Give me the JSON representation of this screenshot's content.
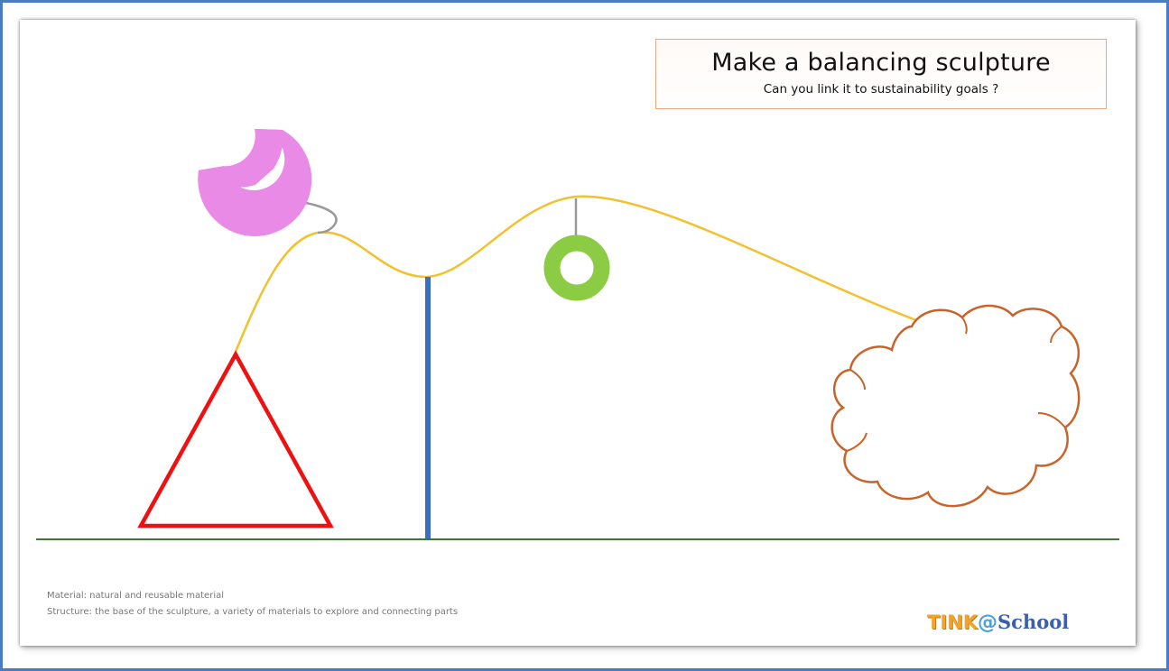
{
  "title": "Make a balancing sculpture",
  "subtitle": "Can you link it to sustainability goals ?",
  "footer": {
    "material": "Material: natural and reusable material",
    "structure": "Structure: the base of the sculpture, a variety of materials to explore and connecting parts"
  },
  "logo": {
    "part1": "TINK",
    "part2": "@",
    "part3": "School"
  },
  "colors": {
    "frame": "#4a7cc4",
    "ground": "#3a7a2a",
    "wire": "#f2c12e",
    "triangle": "#ee1111",
    "pole": "#3a6fc4",
    "half_ring": "#e88ae6",
    "ring": "#8ccc44",
    "cloud": "#c8642a",
    "hanger": "#999999"
  },
  "icons": [
    "half-ring-shape",
    "ring-shape",
    "triangle-shape",
    "cloud-shape",
    "pole-shape"
  ]
}
